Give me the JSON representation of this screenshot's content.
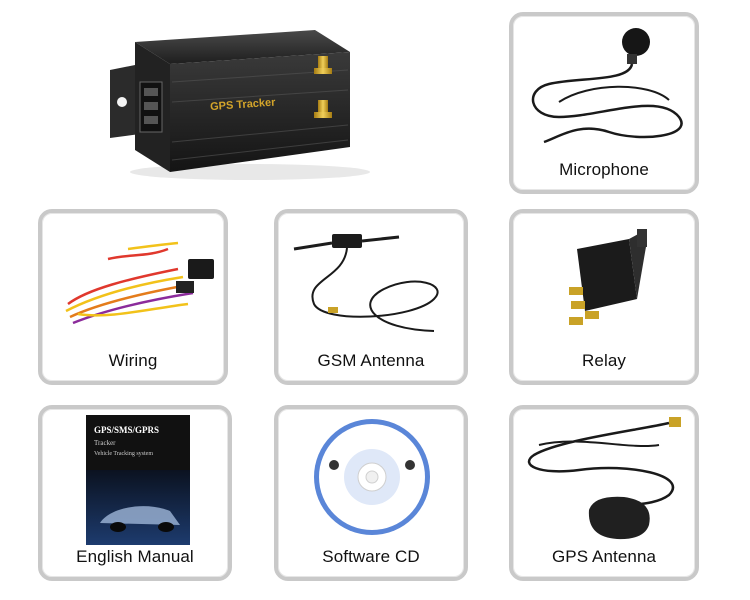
{
  "hero": {
    "device_label": "GPS Tracker"
  },
  "items": [
    {
      "label": "Microphone"
    },
    {
      "label": "Wiring"
    },
    {
      "label": "GSM Antenna"
    },
    {
      "label": "Relay"
    },
    {
      "label": "English Manual"
    },
    {
      "label": "Software CD"
    },
    {
      "label": "GPS Antenna"
    }
  ],
  "manual": {
    "title": "GPS/SMS/GPRS",
    "line2": "Tracker",
    "line3": "Vehicle Tracking system"
  },
  "colors": {
    "card_border": "#c9c9c9",
    "device_body": "#2a2a2a",
    "antenna_gold": "#c9a227",
    "label_gold": "#d4a52a"
  }
}
